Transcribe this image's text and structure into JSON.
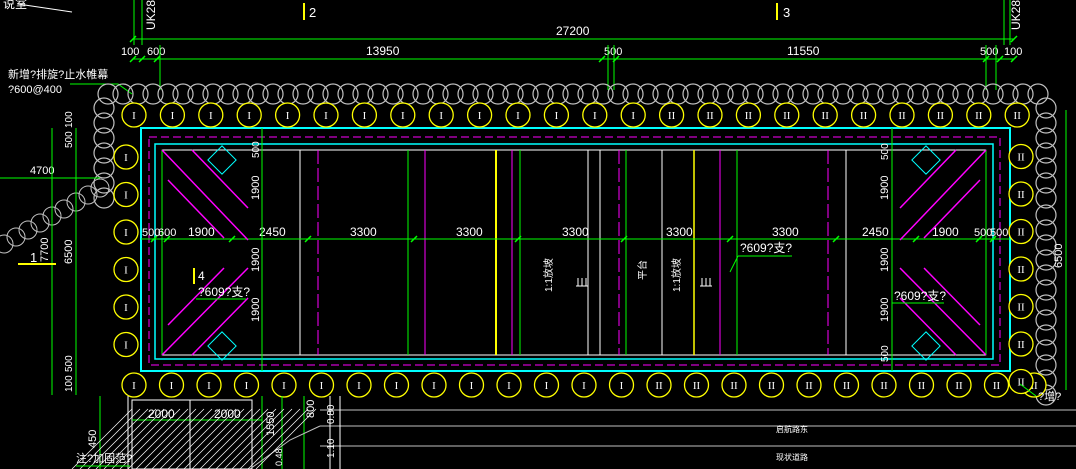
{
  "colors": {
    "background": "#000000",
    "dim": "#00ff00",
    "pile": "#ffff00",
    "wall": "#00ffff",
    "brace": "#ff00ff",
    "struct_white": "#ffffff",
    "yellow_line": "#ffff00",
    "gray": "#c0c0c0"
  },
  "labels": {
    "top_left_fragment": "说室",
    "axis_2": "2",
    "axis_3": "3",
    "axis_4": "4",
    "axis_1": "1",
    "vertical_mark_left": "UK28",
    "vertical_mark_right": "UK28",
    "total_width": "27200",
    "seg_100a": "100",
    "seg_600": "600",
    "seg_13950": "13950",
    "seg_500": "500",
    "seg_11550": "11550",
    "seg_500b": "500",
    "seg_100b": "100",
    "note_pile_1": "新增?排旋?止水帷幕",
    "note_pile_2": "?600@400",
    "dim_4700": "4700",
    "dim_7700": "7700",
    "dim_6500_left": "6500",
    "dim_6500_right": "6500",
    "dim_500_l": "500",
    "dim_100_l": "100",
    "dim_100_lb": "100",
    "dim_500_lb": "500",
    "inner_500": "500",
    "inner_600": "600",
    "inner_1900_l": "1900",
    "inner_2450_l": "2450",
    "inner_3300_1": "3300",
    "inner_3300_2": "3300",
    "inner_3300_3": "3300",
    "inner_3300_4": "3300",
    "inner_3300_5": "3300",
    "inner_2450_r": "2450",
    "inner_1900_r": "1900",
    "inner_500_r": "500",
    "inner_500_r2": "500",
    "v_1900_a": "1900",
    "v_1900_b": "1900",
    "v_1900_c": "1900",
    "v_1900_d": "1900",
    "v_1900_e": "1900",
    "v_1900_f": "1900",
    "v_500_a": "500",
    "v_500_b": "500",
    "v_500_c": "500",
    "strut_left": "?609?支?",
    "strut_mid": "?609?支?",
    "strut_right": "?609?支?",
    "slope_1": "1:1放坡",
    "platform": "平台",
    "slope_2": "1:1放坡",
    "bottom_2000_a": "2000",
    "bottom_2000_b": "2000",
    "bottom_1550": "1550",
    "bottom_450": "450",
    "bottom_800": "800",
    "bottom_080": "0.80",
    "bottom_110": "1.10",
    "bottom_048": "0.48",
    "note_bottom": "注?加固范?",
    "bottom_right_note": "?增?",
    "road_1": "启航路东",
    "road_2": "现状道路"
  },
  "pile_rows": {
    "top": [
      "I",
      "I",
      "I",
      "I",
      "I",
      "I",
      "I",
      "I",
      "I",
      "I",
      "I",
      "I",
      "I",
      "I",
      "II",
      "II",
      "II",
      "II",
      "II",
      "II",
      "II",
      "II",
      "II",
      "II"
    ],
    "bottom": [
      "I",
      "I",
      "I",
      "I",
      "I",
      "I",
      "I",
      "I",
      "I",
      "I",
      "I",
      "I",
      "I",
      "I",
      "II",
      "II",
      "II",
      "II",
      "II",
      "II",
      "II",
      "II",
      "II",
      "II",
      "II"
    ],
    "left": [
      "I",
      "I",
      "I",
      "I",
      "I",
      "I"
    ],
    "right": [
      "II",
      "II",
      "II",
      "II",
      "II",
      "II",
      "II"
    ]
  }
}
